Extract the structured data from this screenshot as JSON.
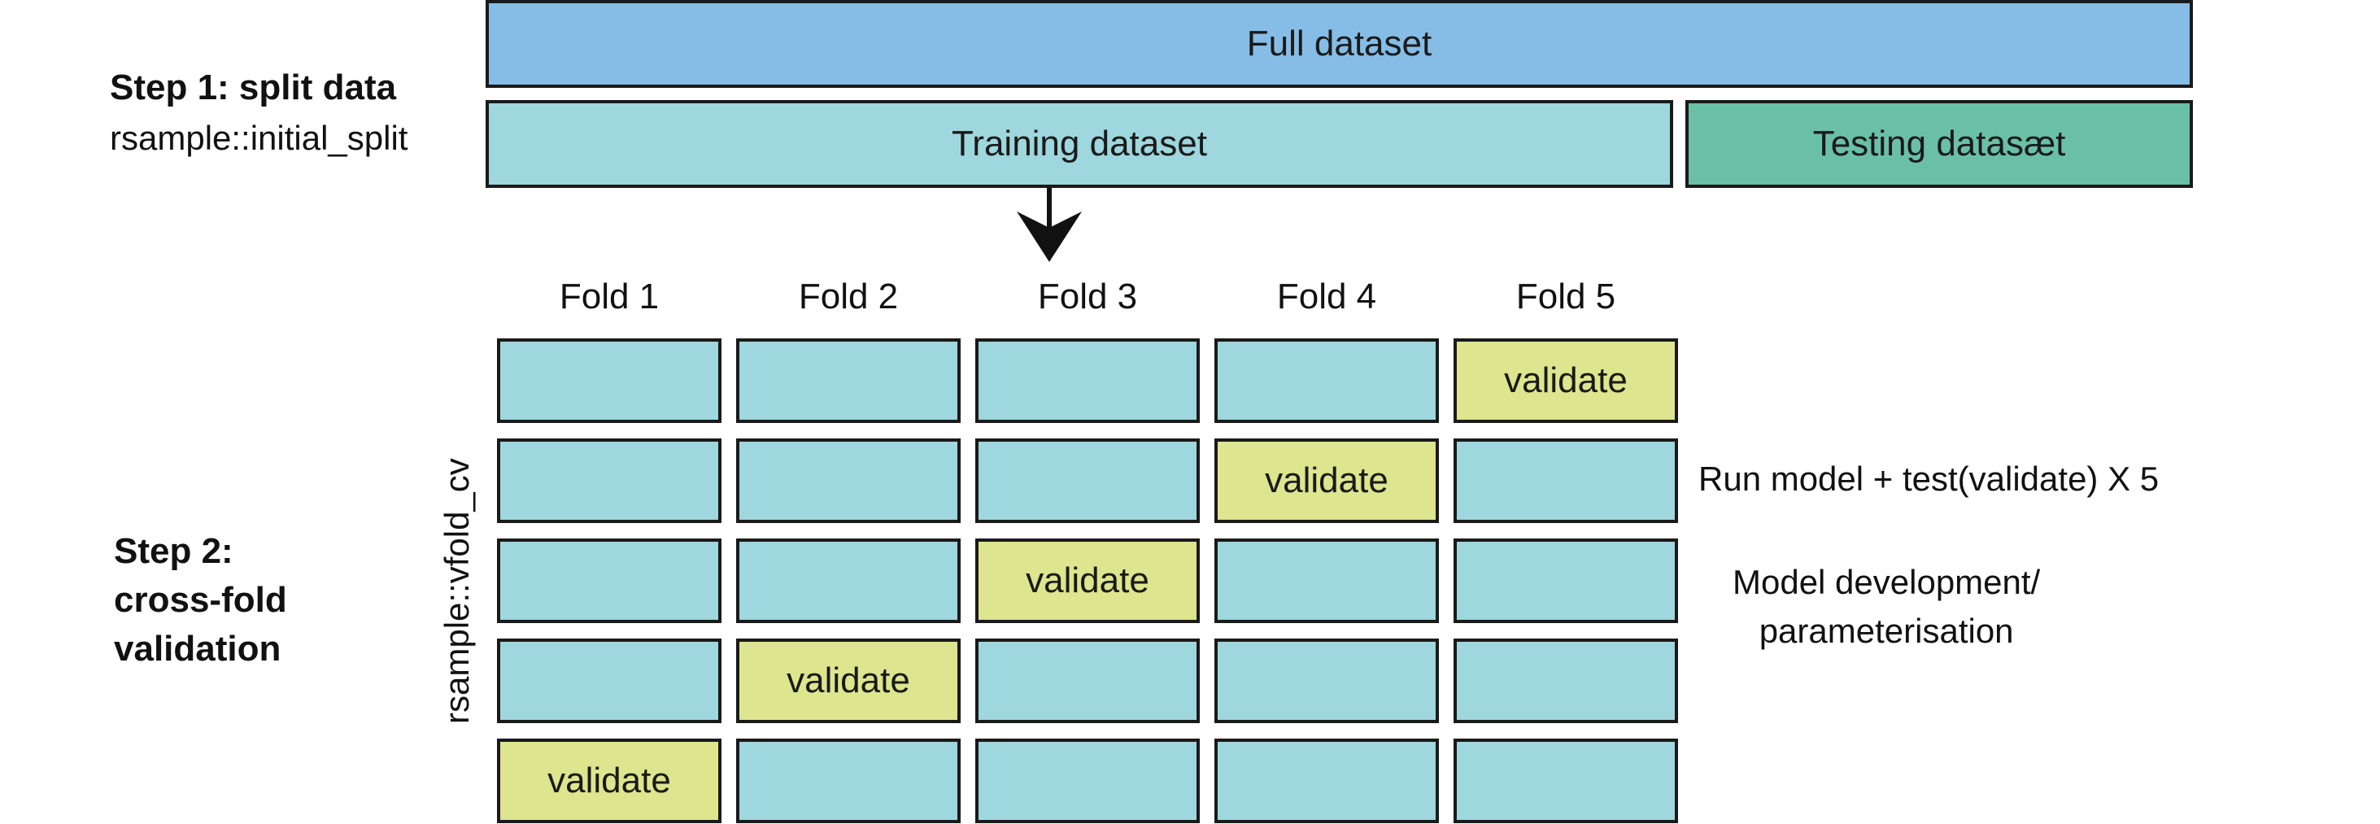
{
  "step1": {
    "title": "Step 1: split data",
    "subtitle": "rsample::initial_split"
  },
  "step2": {
    "title_lines": [
      "Step 2:",
      "cross-fold",
      "validation"
    ],
    "vertical_label": "rsample::vfold_cv"
  },
  "datasets": {
    "full": "Full dataset",
    "training": "Training dataset",
    "testing": "Testing datasæt"
  },
  "folds": [
    "Fold 1",
    "Fold 2",
    "Fold 3",
    "Fold 4",
    "Fold 5"
  ],
  "validate_label": "validate",
  "grid_validate_column_per_row": [
    5,
    4,
    3,
    2,
    1
  ],
  "notes": {
    "run": "Run model + test(validate) X 5",
    "dev_lines": [
      "Model development/",
      "parameterisation"
    ]
  },
  "colors": {
    "full": "#86bde6",
    "training": "#9ed7dd",
    "testing": "#6ac0a5",
    "validate": "#dde58e"
  }
}
